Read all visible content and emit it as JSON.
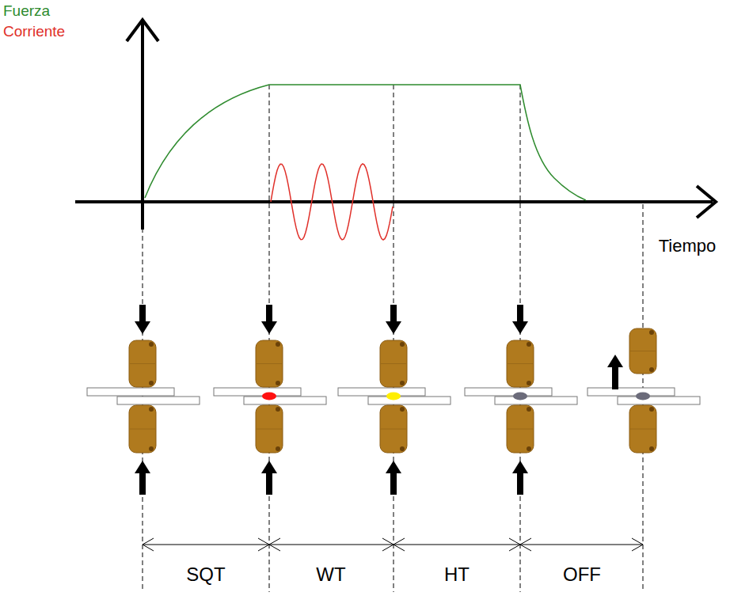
{
  "diagram": {
    "labels": [
      "Fuerza",
      "Corriente",
      "Tiempo",
      "SQT",
      "WT",
      "HT",
      "OFF"
    ]
  }
}
